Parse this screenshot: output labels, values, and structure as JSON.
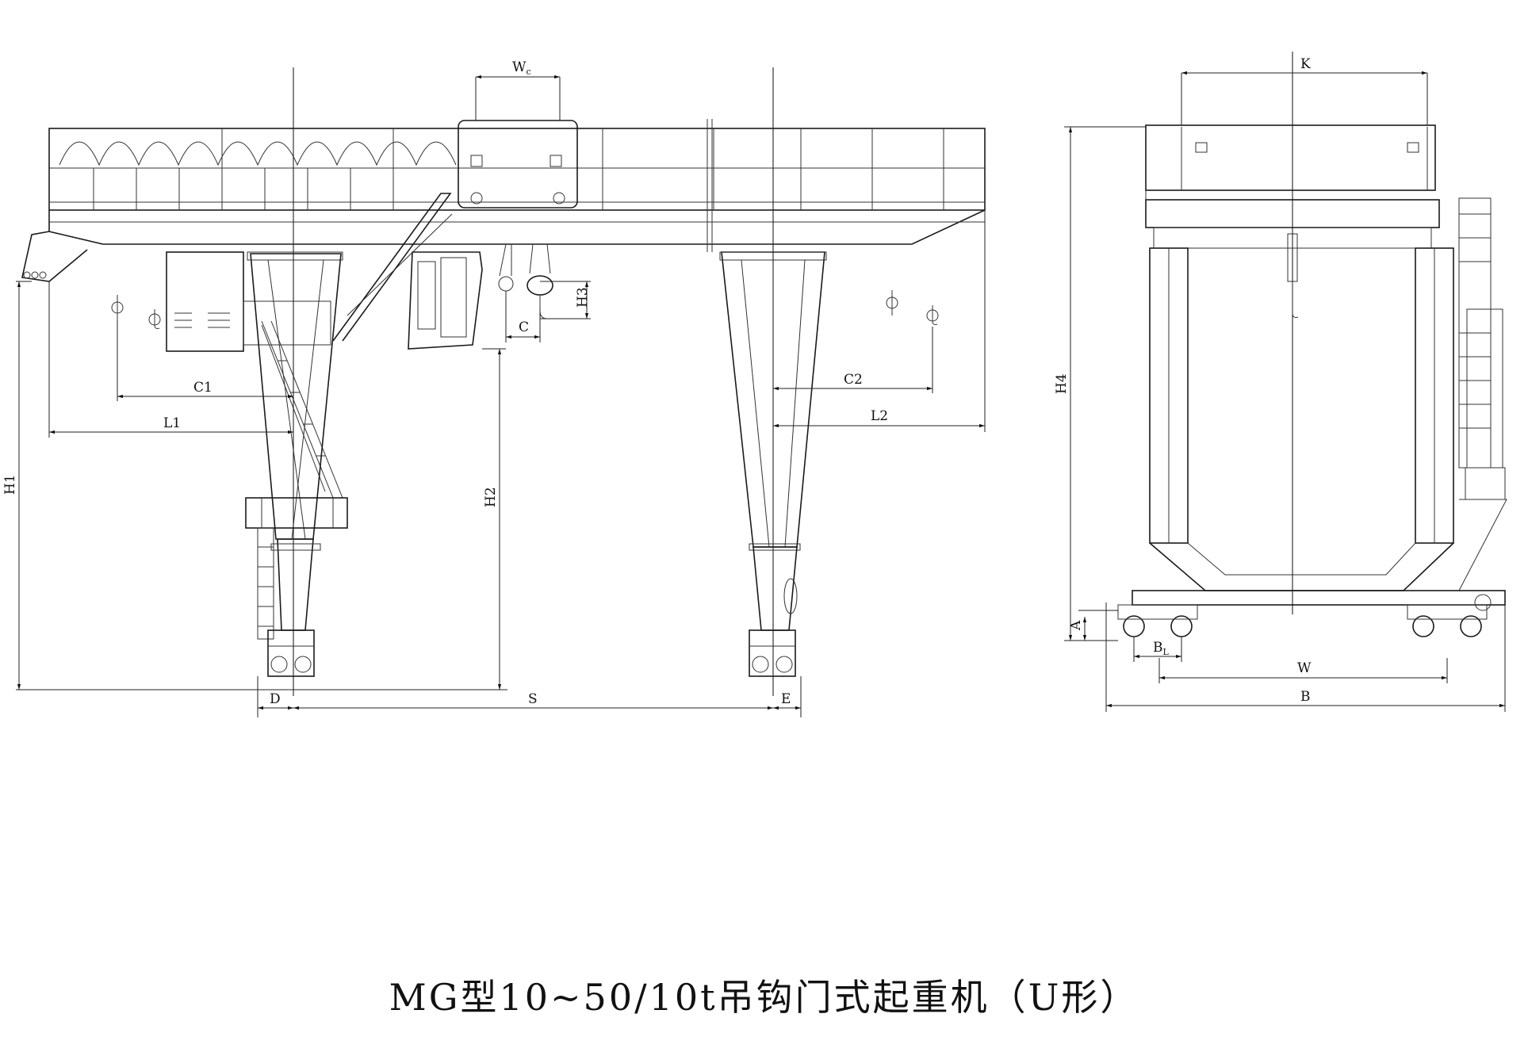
{
  "title": "MG型10~50/10t吊钩门式起重机（U形）",
  "dimensions": {
    "wc": "W",
    "wc_sub": "c",
    "k": "K",
    "h1": "H1",
    "h2": "H2",
    "h3": "H3",
    "h4": "H4",
    "c": "C",
    "c1": "C1",
    "c2": "C2",
    "l1": "L1",
    "l2": "L2",
    "d": "D",
    "s": "S",
    "e": "E",
    "a": "A",
    "bl": "B",
    "bl_sub": "L",
    "w": "W",
    "b": "B"
  }
}
